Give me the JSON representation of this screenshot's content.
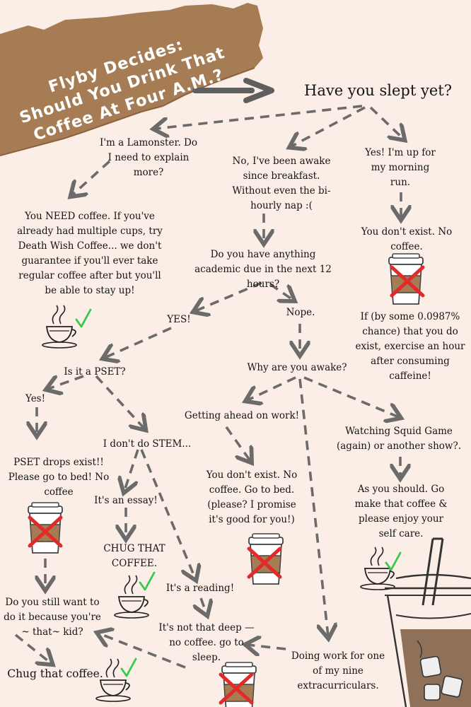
{
  "title": {
    "lines": [
      "Flyby Decides:",
      "Should You Drink That",
      "Coffee At  Four A.M.?"
    ]
  },
  "nodes": {
    "have_you_slept": "Have you slept yet?",
    "lamonster": "I'm a Lamonster. Do I need to explain more?",
    "awake_since_breakfast": "No, I've been awake since breakfast. Without even the bi-hourly nap :(",
    "yes_morning_run": "Yes! I'm up for my morning run.",
    "you_need_coffee": "You NEED coffee. If you've already had multiple cups, try Death Wish Coffee... we don't guarantee if you'll ever take regular coffee after but you'll be able to stay up!",
    "academic_due": "Do you have anything academic due in the next 12 hours?",
    "dont_exist_1": "You don't exist. No coffee.",
    "if_you_exist": "If (by some 0.0987% chance) that you do exist, exercise an hour after consuming caffeine!",
    "yes_caps": "YES!",
    "nope": "Nope.",
    "is_it_pset": "Is it a PSET?",
    "why_awake": "Why are you awake?",
    "yes_pset": "Yes!",
    "dont_do_stem": "I don't do STEM...",
    "getting_ahead": "Getting ahead on work!",
    "squid_game": "Watching Squid Game (again) or another show?.",
    "pset_drops": "PSET drops exist!! Please go to bed! No coffee",
    "its_an_essay": "It's an essay!",
    "dont_exist_2": "You don't exist. No coffee.  Go to bed. (please? I promise it's good for you!)",
    "as_you_should": "As you should. Go make that coffee & please enjoy your self care.",
    "chug_caps": "CHUG THAT COFFEE.",
    "its_a_reading": "It's a reading!",
    "still_want": "Do you still want to do  it because you're ~ that~  kid?",
    "not_that_deep": "It's not that deep — no coffee. go to sleep.",
    "extracurriculars": "Doing work for one of my nine extracurriculars.",
    "chug_that_coffee": "Chug that coffee."
  },
  "icons": {
    "coffee_ok": "coffee-cup-checkmark-icon",
    "coffee_no": "coffee-cup-crossed-icon",
    "iced_coffee": "iced-coffee-illustration"
  },
  "colors": {
    "background": "#fbeee6",
    "paper_banner": "#a67c55",
    "arrow": "#6b6b6b",
    "check": "#38c94a",
    "cross": "#e02b2b"
  }
}
